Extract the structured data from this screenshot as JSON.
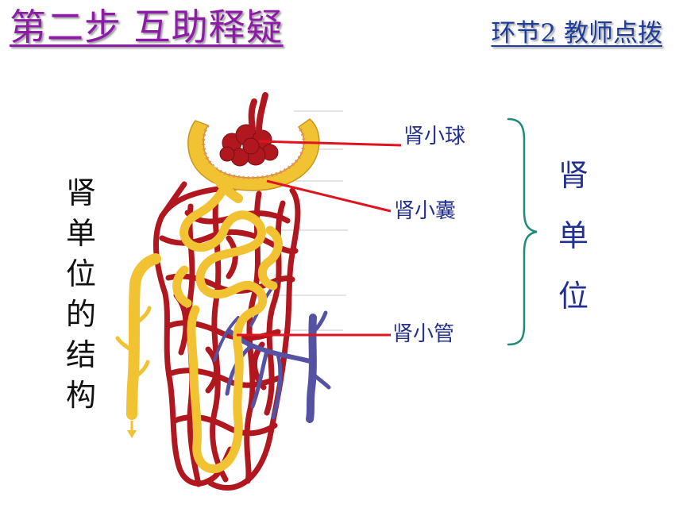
{
  "slide": {
    "title": "第二步 互助释疑",
    "section": "环节2 教师点拨",
    "vertical_title": "肾单位的结构"
  },
  "labels": {
    "glomerulus": "肾小球",
    "capsule": "肾小囊",
    "tubule": "肾小管"
  },
  "group": {
    "label": "肾单位"
  },
  "colors": {
    "title": "#8e1aa8",
    "section": "#1d3d9a",
    "label_text": "#24308f",
    "pointer_line": "#e0141e",
    "brace": "#1f8a7a",
    "artery_red": "#b0171f",
    "tubule_yellow": "#f1c232",
    "vein_blue": "#5552a3"
  }
}
